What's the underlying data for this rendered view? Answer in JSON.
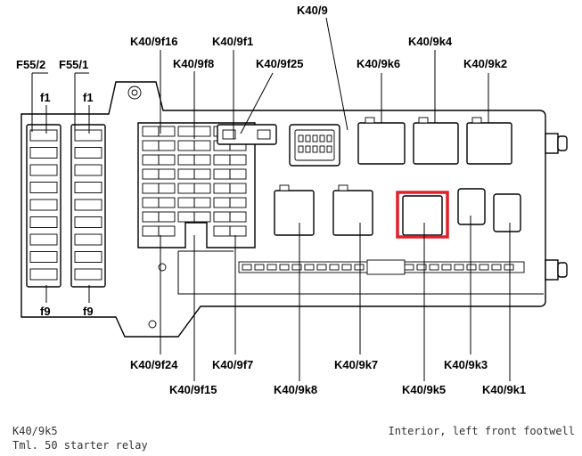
{
  "diagram": {
    "labels": {
      "k40_9": "K40/9",
      "k40_9f16": "K40/9f16",
      "k40_9f1": "K40/9f1",
      "k40_9f8": "K40/9f8",
      "k40_9f25": "K40/9f25",
      "k40_9k6": "K40/9k6",
      "k40_9k4": "K40/9k4",
      "k40_9k2": "K40/9k2",
      "f55_2": "F55/2",
      "f55_1": "F55/1",
      "f1_left": "f1",
      "f1_right": "f1",
      "f9_left": "f9",
      "f9_right": "f9",
      "k40_9f24": "K40/9f24",
      "k40_9f7": "K40/9f7",
      "k40_9f15": "K40/9f15",
      "k40_9k8": "K40/9k8",
      "k40_9k7": "K40/9k7",
      "k40_9k5": "K40/9k5",
      "k40_9k3": "K40/9k3",
      "k40_9k1": "K40/9k1"
    },
    "highlight_color": "#e0202a"
  },
  "caption": {
    "component": "K40/9k5",
    "description": "Tml. 50 starter relay",
    "location": "Interior, left front footwell"
  }
}
